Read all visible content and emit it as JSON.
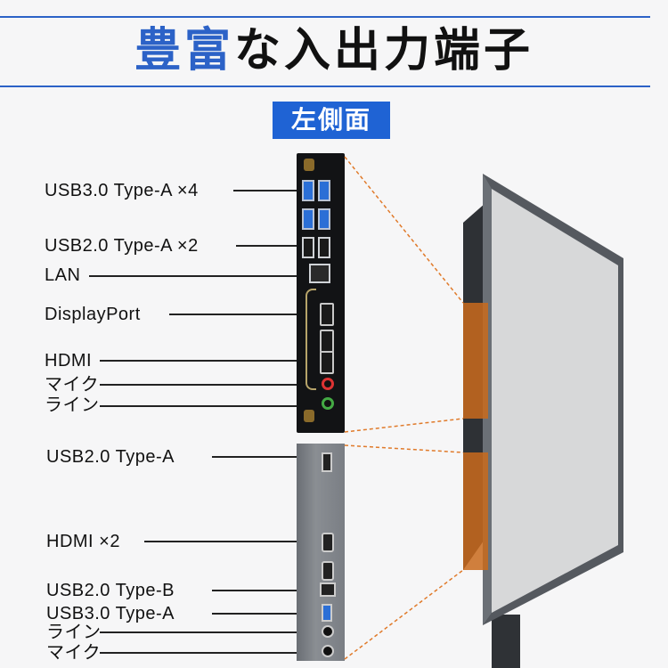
{
  "title": {
    "highlight": "豊富",
    "rest": "な入出力端子"
  },
  "section": {
    "label": "左側面"
  },
  "ports": {
    "upper": [
      {
        "label": "USB3.0 Type-A ×4"
      },
      {
        "label": "USB2.0 Type-A ×2"
      },
      {
        "label": "LAN"
      },
      {
        "label": "DisplayPort"
      },
      {
        "label": "HDMI"
      },
      {
        "label": "マイク"
      },
      {
        "label": "ライン"
      }
    ],
    "lower": [
      {
        "label": "USB2.0 Type-A"
      },
      {
        "label": "HDMI ×2"
      },
      {
        "label": "USB2.0 Type-B"
      },
      {
        "label": "USB3.0 Type-A"
      },
      {
        "label": "ライン"
      },
      {
        "label": "マイク"
      }
    ]
  },
  "colors": {
    "accent": "#2c62c7",
    "tab_bg": "#1f63d4",
    "callout": "#e07a2a"
  }
}
